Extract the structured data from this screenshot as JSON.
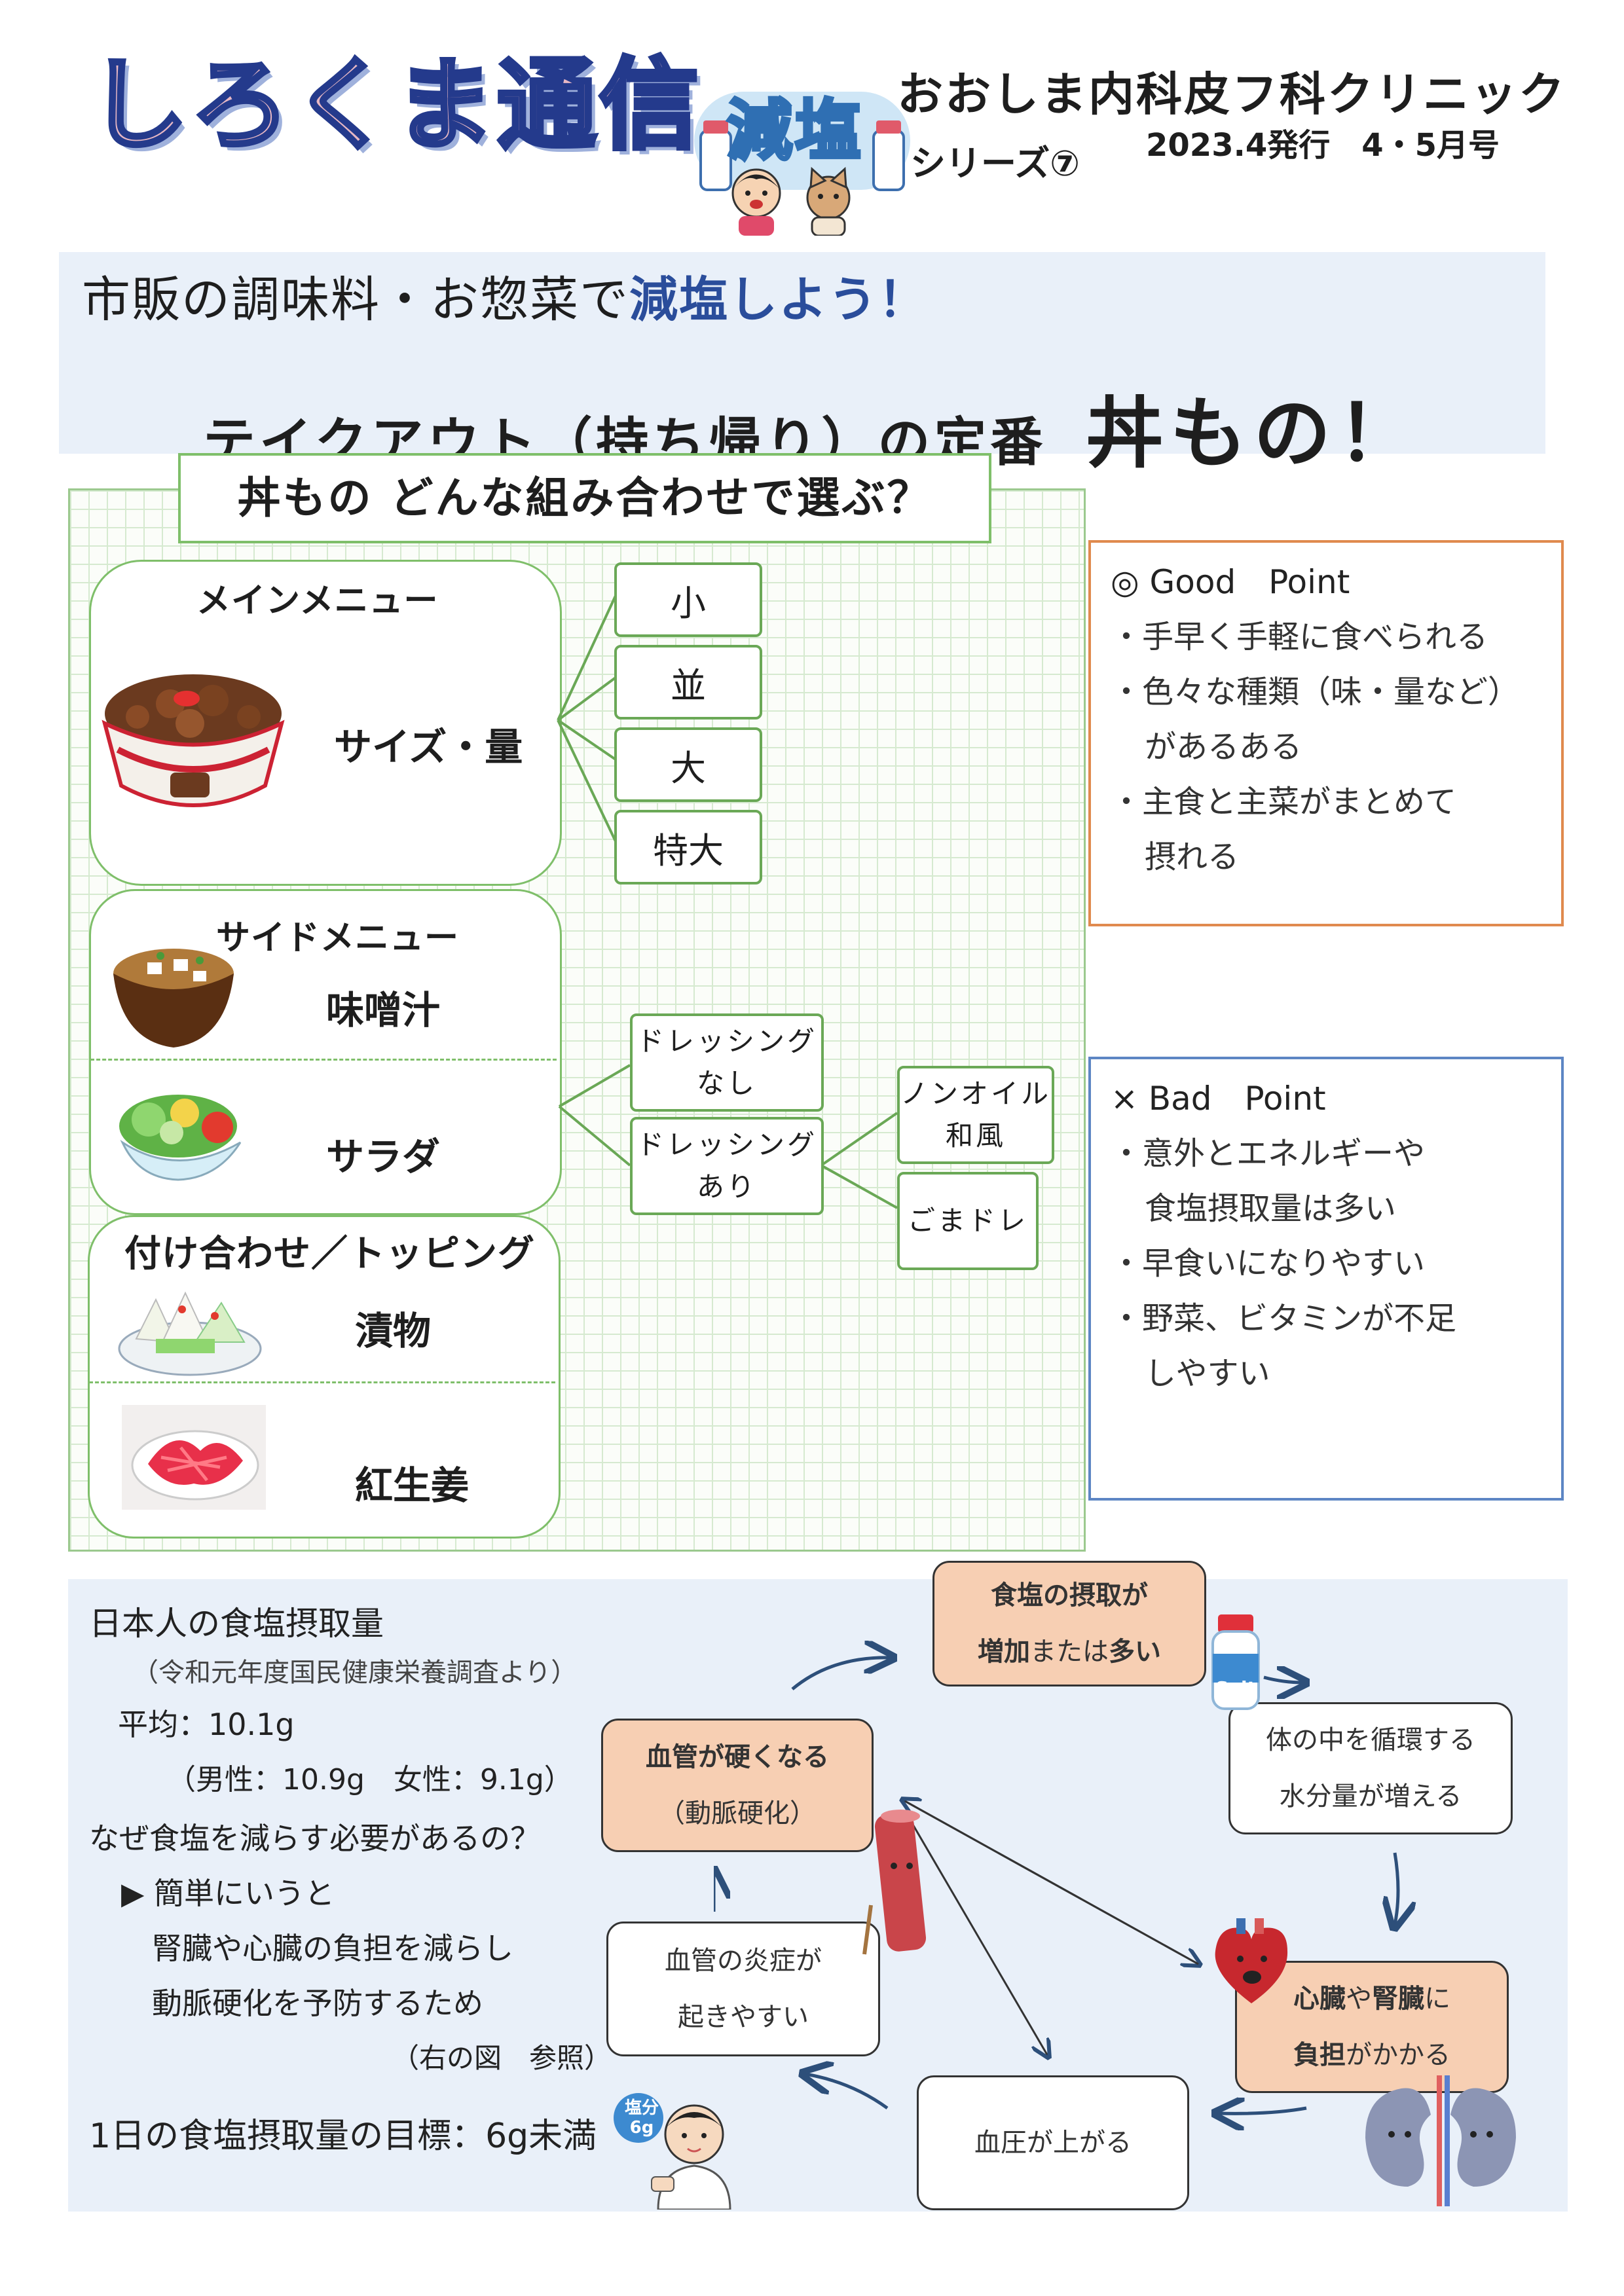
{
  "header": {
    "logo": "しろくま通信",
    "badge": "減塩",
    "clinic": "おおしま内科皮フ科クリニック",
    "series": "シリーズ⑦",
    "issue": "2023.4発行　4・5月号"
  },
  "title": {
    "line1_pre": "市販の調味料・お惣菜で",
    "line1_hl": "減塩しよう！",
    "line2": "テイクアウト（持ち帰り）の定番",
    "line2_big": "丼もの！"
  },
  "question": "丼もの  どんな組み合わせで選ぶ？",
  "main_menu": {
    "title": "メインメニュー",
    "item": "サイズ・量",
    "sizes": [
      "小",
      "並",
      "大",
      "特大"
    ]
  },
  "side_menu": {
    "title": "サイドメニュー",
    "items": [
      "味噌汁",
      "サラダ"
    ],
    "dressing": [
      "ドレッシング\nなし",
      "ドレッシング\nあり"
    ],
    "dressing_types": [
      "ノンオイル\n和風",
      "ごまドレ"
    ]
  },
  "topping": {
    "title": "付け合わせ／トッピング",
    "items": [
      "漬物",
      "紅生姜"
    ]
  },
  "good": {
    "head": "◎ Good　Point",
    "lines": [
      "・手早く手軽に食べられる",
      "・色々な種類（味・量など）",
      "があるある",
      "・主食と主菜がまとめて",
      "摂れる"
    ]
  },
  "bad": {
    "head": "× Bad　Point",
    "lines": [
      "・意外とエネルギーや",
      "食塩摂取量は多い",
      "・早食いになりやすい",
      "・野菜、ビタミンが不足",
      "しやすい"
    ]
  },
  "salt_info": {
    "title": "日本人の食塩摂取量",
    "source": "（令和元年度国民健康栄養調査より）",
    "avg": "平均：10.1g",
    "detail": "（男性：10.9g　女性：9.1g）",
    "question": "なぜ食塩を減らす必要があるの？",
    "answer1": "▶ 簡単にいうと",
    "answer2": "腎臓や心臓の負担を減らし",
    "answer3": "動脈硬化を予防するため",
    "ref": "（右の図　参照）",
    "goal": "1日の食塩摂取量の目標：6g未満",
    "doctor_badge": "塩分6g"
  },
  "flow": {
    "intake_a": "食塩の摂取が",
    "intake_b1": "増加",
    "intake_b2": "または",
    "intake_b3": "多い",
    "water_a": "体の中を循環する",
    "water_b": "水分量が増える",
    "heart_a1": "心臓",
    "heart_a2": "や",
    "heart_a3": "腎臓",
    "heart_a4": "に",
    "heart_b1": "負担",
    "heart_b2": "がかかる",
    "bp": "血圧が上がる",
    "inflam_a": "血管の炎症が",
    "inflam_b": "起きやすい",
    "hard_a": "血管が硬くなる",
    "hard_b": "（動脈硬化）",
    "salt_label": "Salt"
  }
}
